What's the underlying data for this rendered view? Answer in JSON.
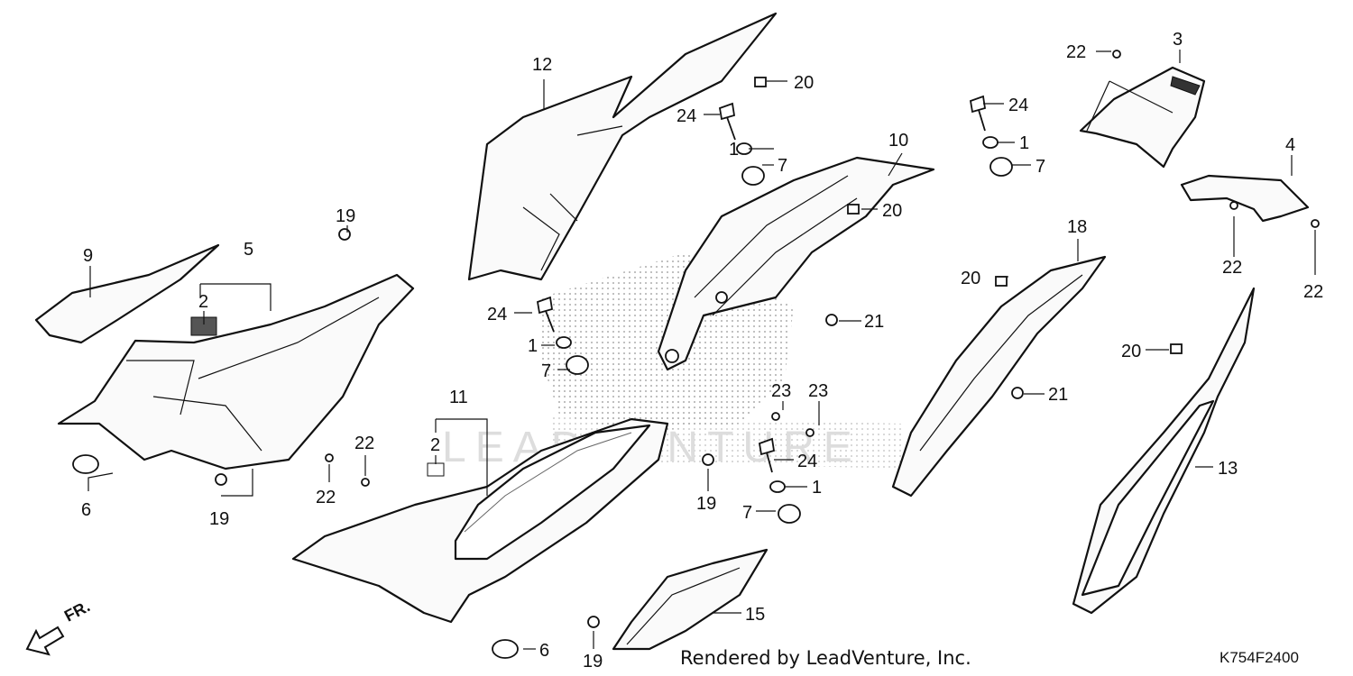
{
  "diagram": {
    "footer_credit": "Rendered by LeadVenture, Inc.",
    "reference_code": "K754F2400",
    "front_label": "FR.",
    "watermark_text": "LEADVENTURE"
  },
  "callouts": {
    "c12": "12",
    "c20a": "20",
    "c24a": "24",
    "c1a": "1",
    "c7a": "7",
    "c10": "10",
    "c20b": "20",
    "c21a": "21",
    "c24b": "24",
    "c1b": "1",
    "c7b": "7",
    "c22a": "22",
    "c3": "3",
    "c24c": "24",
    "c1c": "1",
    "c7c": "7",
    "c4": "4",
    "c22b": "22",
    "c22c": "22",
    "c18": "18",
    "c20c": "20",
    "c21b": "21",
    "c20d": "20",
    "c13": "13",
    "c9": "9",
    "c5": "5",
    "c19a": "19",
    "c2a": "2",
    "c6a": "6",
    "c19b": "19",
    "c22d": "22",
    "c11": "11",
    "c2b": "2",
    "c22e": "22",
    "c19c": "19",
    "c23a": "23",
    "c23b": "23",
    "c24d": "24",
    "c1d": "1",
    "c7d": "7",
    "c15": "15",
    "c6b": "6",
    "c19d": "19"
  }
}
